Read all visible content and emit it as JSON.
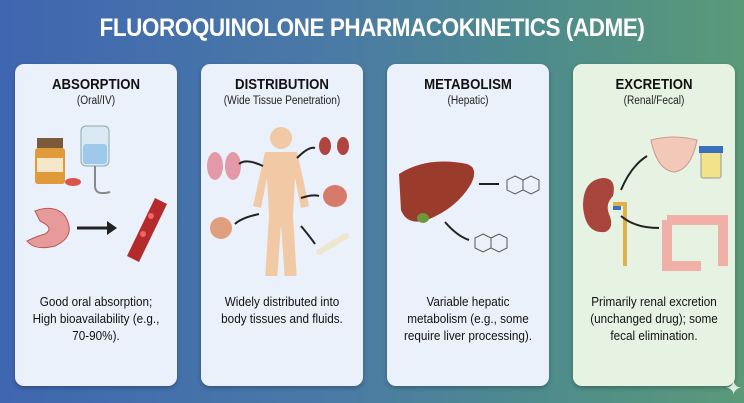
{
  "title": "FLUOROQUINOLONE PHARMACOKINETICS (ADME)",
  "cards": [
    {
      "heading": "ABSORPTION",
      "subheading": "(Oral/IV)",
      "description": "Good oral absorption; High bioavailability (e.g., 70-90%)."
    },
    {
      "heading": "DISTRIBUTION",
      "subheading": "(Wide Tissue Penetration)",
      "description": "Widely distributed into body tissues and fluids."
    },
    {
      "heading": "METABOLISM",
      "subheading": "(Hepatic)",
      "description": "Variable hepatic metabolism (e.g., some require liver processing)."
    },
    {
      "heading": "EXCRETION",
      "subheading": "(Renal/Fecal)",
      "description": "Primarily renal excretion (unchanged drug); some fecal elimination."
    }
  ]
}
